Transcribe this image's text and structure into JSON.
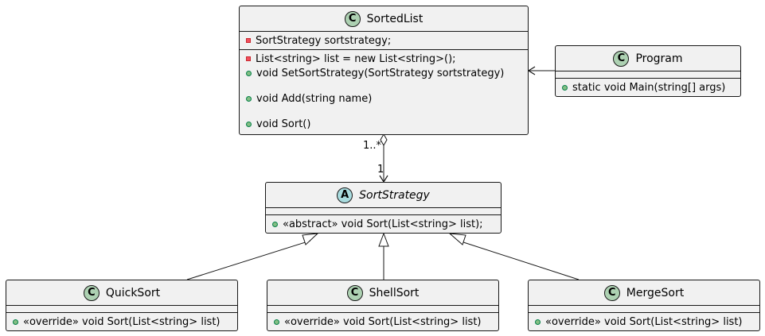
{
  "classes": {
    "sortedlist": {
      "badge": "C",
      "name": "SortedList",
      "fields": [
        "SortStrategy sortstrategy;"
      ],
      "methods": [
        "List<string> list = new List<string>();",
        "void SetSortStrategy(SortStrategy sortstrategy)",
        "void Add(string name)",
        "void Sort()"
      ]
    },
    "program": {
      "badge": "C",
      "name": "Program",
      "methods": [
        "static void Main(string[] args)"
      ]
    },
    "sortstrategy": {
      "badge": "A",
      "name": "SortStrategy",
      "methods": [
        "«abstract» void Sort(List<string> list);"
      ]
    },
    "quicksort": {
      "badge": "C",
      "name": "QuickSort",
      "methods": [
        "«override» void Sort(List<string> list)"
      ]
    },
    "shellsort": {
      "badge": "C",
      "name": "ShellSort",
      "methods": [
        "«override» void Sort(List<string> list)"
      ]
    },
    "mergesort": {
      "badge": "C",
      "name": "MergeSort",
      "methods": [
        "«override» void Sort(List<string> list)"
      ]
    }
  },
  "multiplicity": {
    "source": "1..*",
    "target": "1"
  },
  "colors": {
    "class_fill": "#f1f1f1",
    "border": "#181818",
    "class_badge": "#add1b2",
    "abstract_badge": "#a9dcdf",
    "private_marker": "#f24d5c",
    "public_marker": "#84be84"
  }
}
